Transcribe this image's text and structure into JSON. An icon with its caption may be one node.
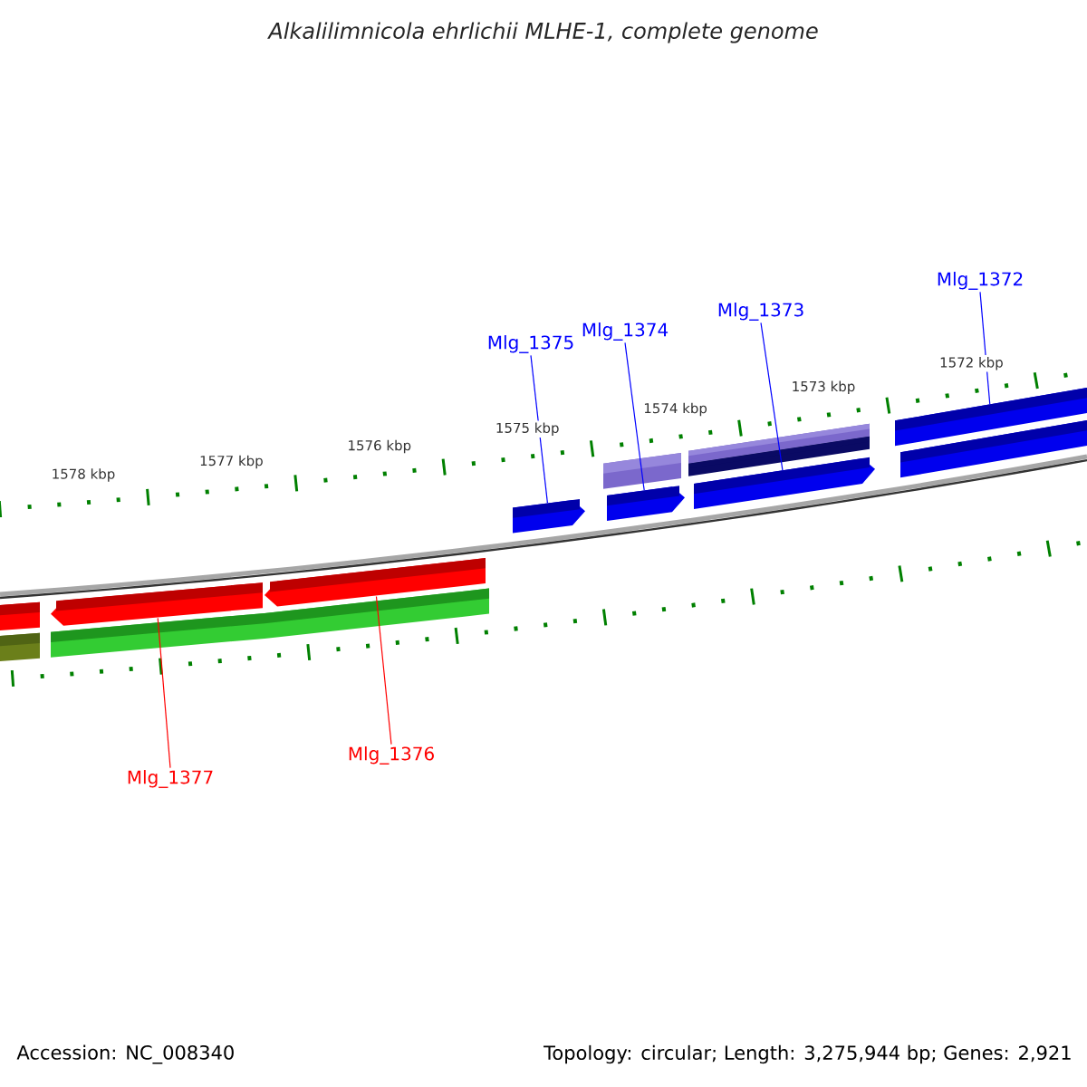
{
  "diagram": {
    "title": "Alkalilimnicola ehrlichii MLHE-1, complete genome",
    "nodes": [
      {
        "text": [
          "Mlg_1372"
        ]
      },
      {
        "text": [
          "Mlg_1373"
        ]
      },
      {
        "text": [
          "Mlg_1374"
        ]
      },
      {
        "text": [
          "Mlg_1375"
        ]
      },
      {
        "text": [],
        "shape": "bar"
      },
      {
        "text": [],
        "shape": "bar"
      },
      {
        "text": [],
        "shape": "bar"
      },
      {
        "text": [],
        "shape": "bar"
      },
      {
        "text": [],
        "shape": "bar"
      },
      {
        "text": [],
        "shape": "bar"
      },
      {
        "text": [
          "Mlg_1376"
        ]
      },
      {
        "text": [
          "Mlg_1377"
        ]
      }
    ],
    "edges": [
      {
        "from": 0,
        "to": 7,
        "arrow": "none",
        "color": "#0000ff"
      },
      {
        "from": 1,
        "to": 6,
        "arrow": "none",
        "color": "#0000ff"
      },
      {
        "from": 2,
        "to": 5,
        "arrow": "none",
        "color": "#0000ff"
      },
      {
        "from": 3,
        "to": 4,
        "arrow": "none",
        "color": "#0000ff"
      },
      {
        "from": 10,
        "to": 9,
        "arrow": "none",
        "color": "#ff0000"
      },
      {
        "from": 11,
        "to": 8,
        "arrow": "none",
        "color": "#ff0000"
      }
    ],
    "labels": [
      "1578 kbp",
      "1577 kbp",
      "1576 kbp",
      "1575 kbp",
      "1574 kbp",
      "1573 kbp",
      "1572 kbp",
      "Accession: NC_008340",
      "Topology: circular; Length: 3,275,944 bp; Genes: 2,921"
    ]
  }
}
